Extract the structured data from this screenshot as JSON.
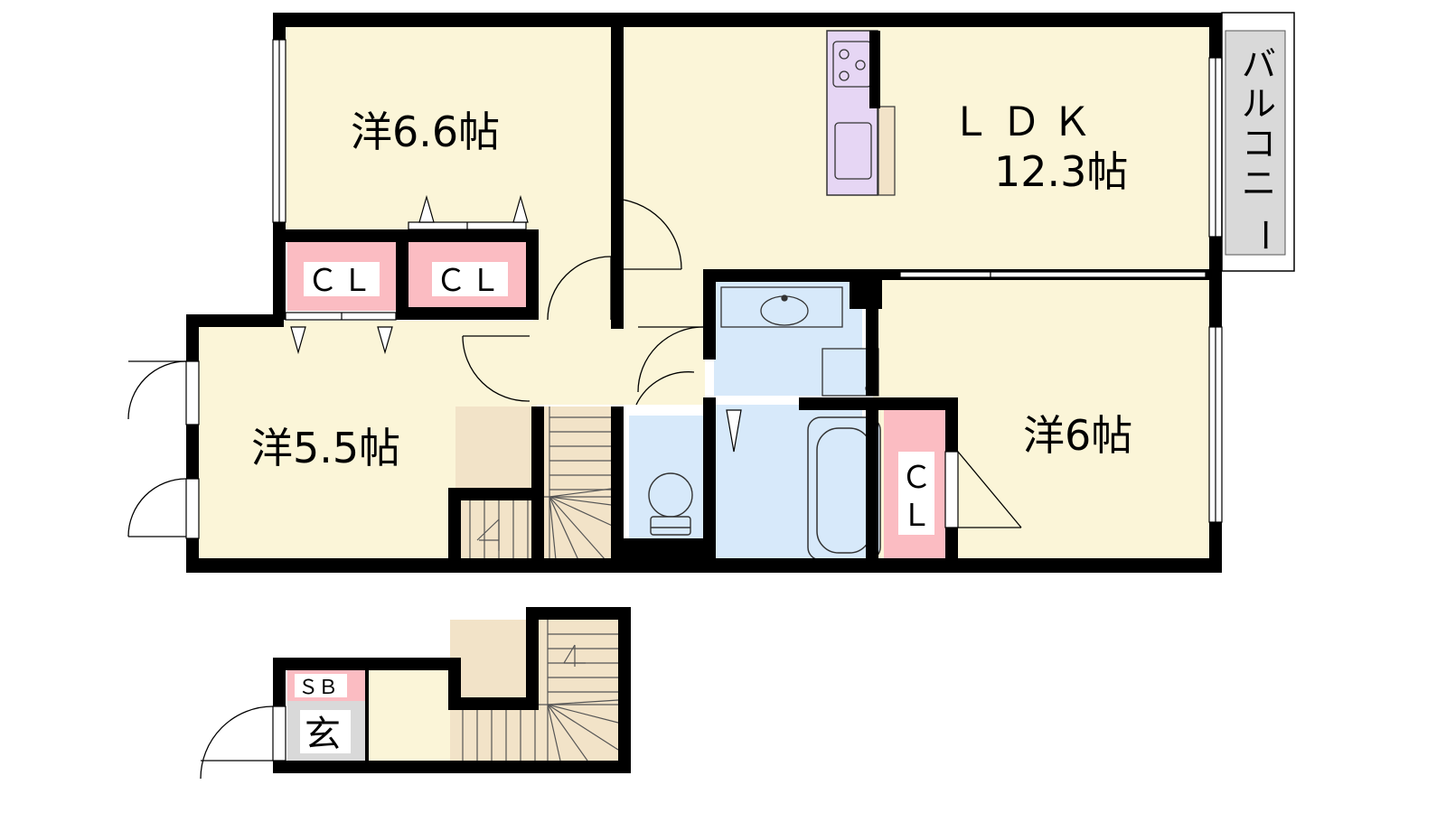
{
  "rooms": {
    "western_a": "洋6.6帖",
    "ldk_name": "ＬＤＫ",
    "ldk_size": "12.3帖",
    "western_b": "洋5.5帖",
    "western_c": "洋6帖",
    "balcony": [
      "バ",
      "ル",
      "コ",
      "ニ",
      "ー"
    ],
    "closet_1": "ＣＬ",
    "closet_2": "ＣＬ",
    "closet_3": [
      "Ｃ",
      "Ｌ"
    ],
    "shoe_box": "ＳＢ",
    "entrance": "玄"
  },
  "colors": {
    "wall": "#000000",
    "room": "#fbf5d8",
    "closet": "#fbbcc2",
    "water": "#d7e9fa",
    "kitchen": "#e6d6f4",
    "stairs": "#f2e3c8",
    "balcony": "#d9d9d9",
    "entrance": "#d9d9d9"
  }
}
